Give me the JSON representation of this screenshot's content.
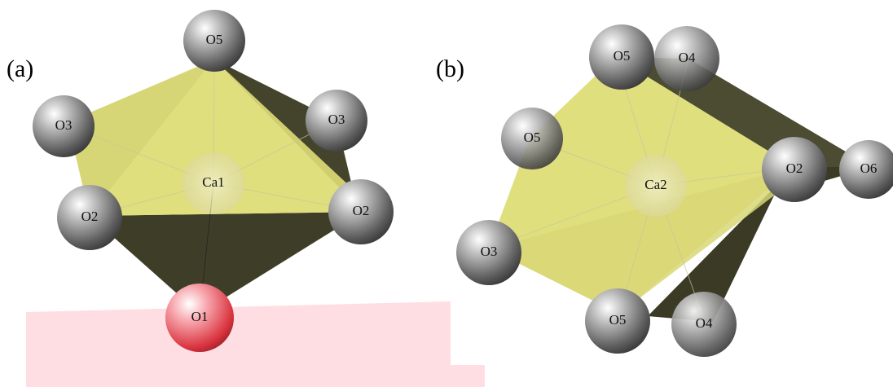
{
  "panels": [
    {
      "label": "(a)",
      "center_label": "Ca1",
      "atoms": [
        "O5",
        "O3",
        "O3",
        "O2",
        "O2",
        "O1"
      ]
    },
    {
      "label": "(b)",
      "center_label": "Ca2",
      "atoms": [
        "O5",
        "O4",
        "O5",
        "O2",
        "O6",
        "O3",
        "O5",
        "O4"
      ]
    }
  ],
  "colors": {
    "face_light": "#e0df7e",
    "face_dark": "#44442c",
    "atom_grey": "#8c8c8c",
    "atom_highlight": "#e86f78",
    "overlay_pink": "#ffdce2"
  }
}
